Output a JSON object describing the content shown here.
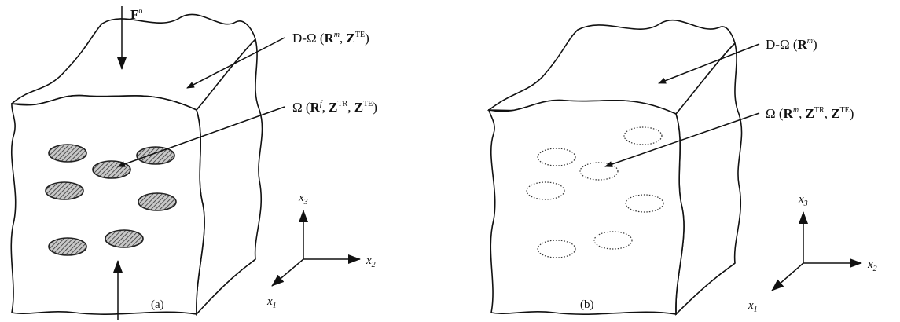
{
  "panel_a": {
    "force_bold": "F",
    "force_sup": "o",
    "outer_prefix": "D-Ω (",
    "outer_r": "R",
    "outer_r_sup": "m",
    "outer_sep": ", ",
    "outer_z": "Z",
    "outer_z_sup": "TE",
    "outer_suffix": ")",
    "inner_prefix": "Ω (",
    "inner_r": "R",
    "inner_r_sup": "f",
    "inner_sep1": ", ",
    "inner_z1": "Z",
    "inner_z1_sup": "TR",
    "inner_sep2": ", ",
    "inner_z2": "Z",
    "inner_z2_sup": "TE",
    "inner_suffix": ")",
    "caption": "(a)",
    "axis_x3": "x",
    "axis_x3_sub": "3",
    "axis_x2": "x",
    "axis_x2_sub": "2",
    "axis_x1": "x",
    "axis_x1_sub": "1"
  },
  "panel_b": {
    "outer_prefix": "D-Ω (",
    "outer_r": "R",
    "outer_r_sup": "m",
    "outer_suffix": ")",
    "inner_prefix": "Ω (",
    "inner_r": "R",
    "inner_r_sup": "m",
    "inner_sep1": ", ",
    "inner_z1": "Z",
    "inner_z1_sup": "TR",
    "inner_sep2": ", ",
    "inner_z2": "Z",
    "inner_z2_sup": "TE",
    "inner_suffix": ")",
    "caption": "(b)",
    "axis_x3": "x",
    "axis_x3_sub": "3",
    "axis_x2": "x",
    "axis_x2_sub": "2",
    "axis_x1": "x",
    "axis_x1_sub": "1"
  }
}
